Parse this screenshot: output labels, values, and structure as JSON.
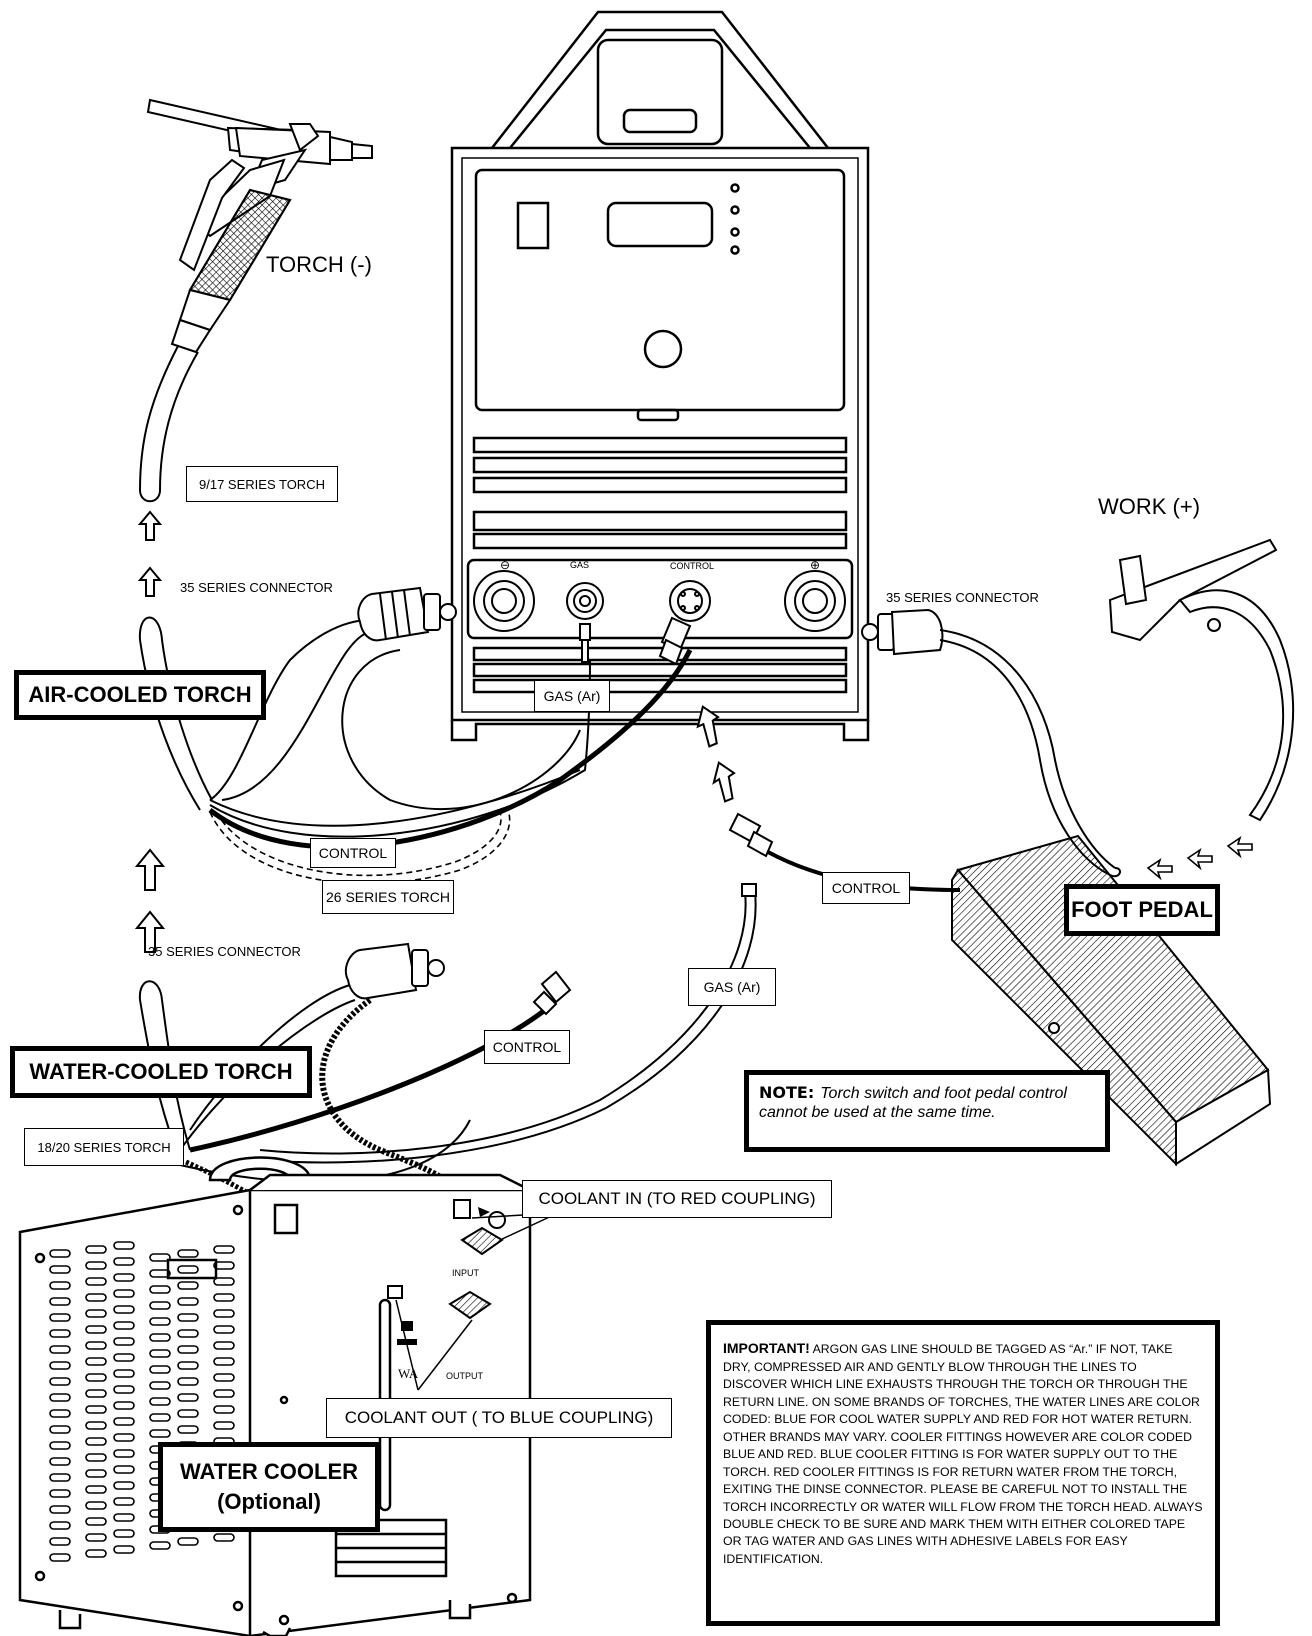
{
  "labels": {
    "torch_neg": "TORCH (-)",
    "work_pos": "WORK (+)",
    "series_35_connector_left": "35 SERIES CONNECTOR",
    "series_35_connector_right": "35 SERIES CONNECTOR",
    "series_35_connector_lower": "35 SERIES CONNECTOR",
    "panel_gas": "GAS",
    "panel_control": "CONTROL",
    "panel_neg": "⊖",
    "panel_pos": "⊕",
    "cooler_input": "INPUT",
    "cooler_output": "OUTPUT",
    "cooler_wa": "WA"
  },
  "boxes": {
    "torch_9_17": "9/17 SERIES TORCH",
    "gas_ar_top": "GAS (Ar)",
    "control_air": "CONTROL",
    "torch_26": "26 SERIES TORCH",
    "control_pedal": "CONTROL",
    "gas_ar_mid": "GAS (Ar)",
    "control_water": "CONTROL",
    "torch_18_20": "18/20 SERIES TORCH",
    "coolant_in": "COOLANT IN (TO RED COUPLING)",
    "coolant_out": "COOLANT OUT ( TO BLUE COUPLING)"
  },
  "titles": {
    "air_cooled": "AIR-COOLED TORCH",
    "water_cooled": "WATER-COOLED TORCH",
    "foot_pedal": "FOOT PEDAL",
    "water_cooler_1": "WATER COOLER",
    "water_cooler_2": "(Optional)"
  },
  "note": {
    "heading": "NOTE:",
    "text": "Torch switch and foot pedal control cannot be used at the same time."
  },
  "important": {
    "heading": "IMPORTANT!",
    "text": "ARGON GAS LINE SHOULD BE TAGGED AS “Ar.”  IF NOT, TAKE DRY, COMPRESSED AIR AND GENTLY BLOW THROUGH THE LINES TO DISCOVER WHICH LINE EXHAUSTS THROUGH THE TORCH OR THROUGH THE RETURN LINE. ON SOME BRANDS OF TORCHES, THE WATER LINES ARE COLOR CODED: BLUE FOR COOL WATER SUPPLY AND RED FOR  HOT WATER RETURN.  OTHER BRANDS MAY VARY.  COOLER FITTINGS HOWEVER ARE COLOR CODED BLUE AND RED.  BLUE COOLER FITTING IS FOR WATER SUPPLY OUT TO THE TORCH.  RED COOLER FITTINGS IS FOR RETURN WATER FROM THE TORCH, EXITING THE DINSE CONNECTOR. PLEASE BE CAREFUL NOT TO INSTALL THE TORCH INCORRECTLY OR WATER WILL FLOW FROM THE TORCH HEAD.  ALWAYS DOUBLE CHECK TO BE SURE AND MARK THEM WITH EITHER COLORED TAPE OR TAG WATER AND GAS LINES WITH ADHESIVE LABELS FOR EASY IDENTIFICATION."
  }
}
